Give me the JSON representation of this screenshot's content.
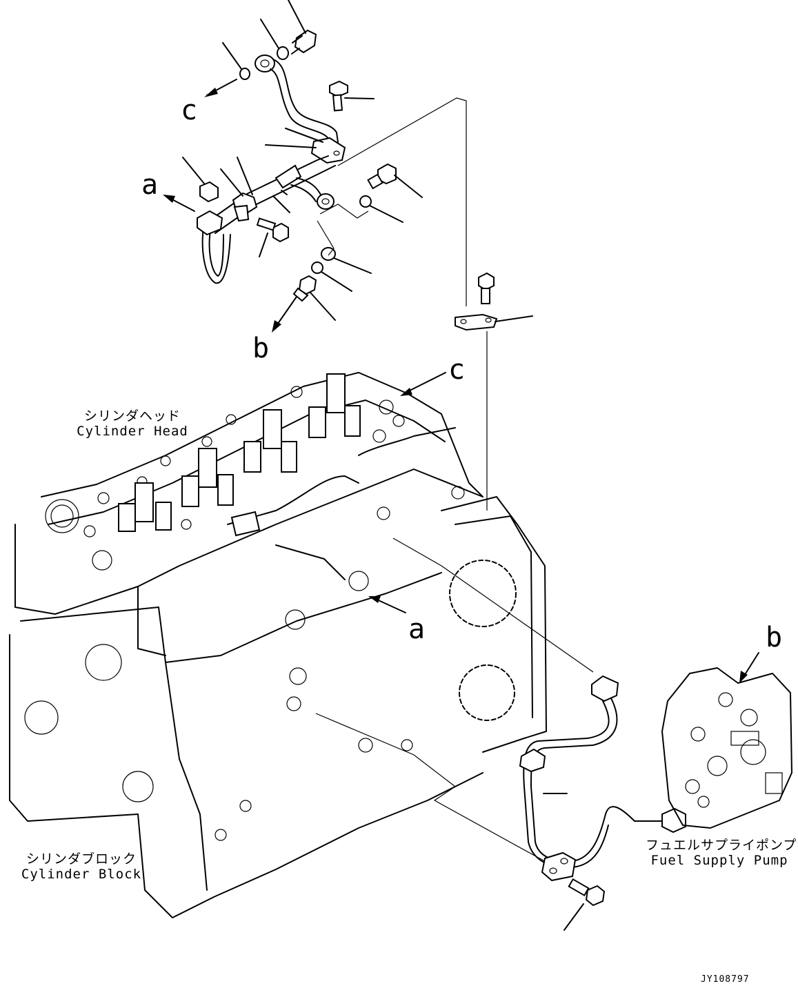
{
  "callouts": {
    "a_top": "a",
    "b_top": "b",
    "c_top": "c",
    "c_head": "c",
    "a_block": "a",
    "b_pump": "b"
  },
  "labels": {
    "cylinder_head_jp": "シリンダヘッド",
    "cylinder_head_en": "Cylinder Head",
    "cylinder_block_jp": "シリンダブロック",
    "cylinder_block_en": "Cylinder Block",
    "fuel_pump_jp": "フュエルサプライポンプ",
    "fuel_pump_en": "Fuel Supply Pump"
  },
  "drawing_code": "JY108797"
}
